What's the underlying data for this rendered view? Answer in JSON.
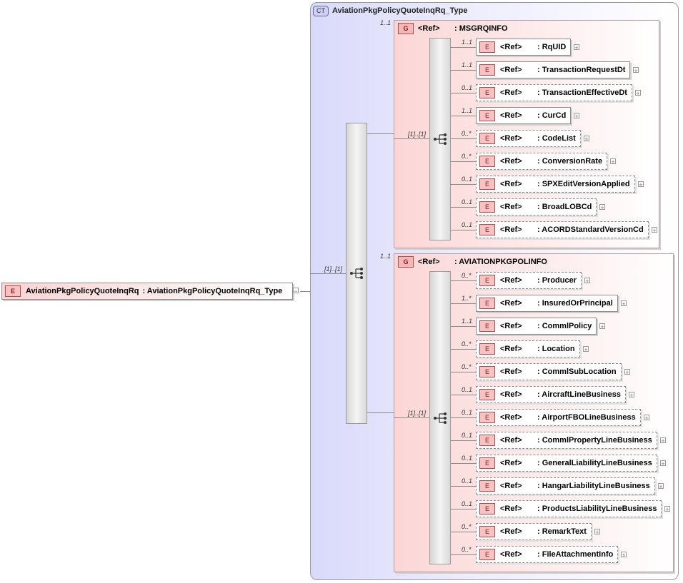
{
  "root": {
    "badge": "E",
    "name": "AviationPkgPolicyQuoteInqRq",
    "type": ": AviationPkgPolicyQuoteInqRq_Type",
    "collapse": "−"
  },
  "complex_type": {
    "badge": "CT",
    "name": "AviationPkgPolicyQuoteInqRq_Type"
  },
  "outer_sequence_card": "[1]..[1]",
  "groups": [
    {
      "card": "1..1",
      "badge": "G",
      "ref": "<Ref>",
      "name": ": MSGRQINFO",
      "seq_card": "[1]..[1]",
      "elements": [
        {
          "card": "1..1",
          "ref": "<Ref>",
          "name": ": RqUID",
          "optional": false
        },
        {
          "card": "1..1",
          "ref": "<Ref>",
          "name": ": TransactionRequestDt",
          "optional": false
        },
        {
          "card": "0..1",
          "ref": "<Ref>",
          "name": ": TransactionEffectiveDt",
          "optional": true
        },
        {
          "card": "1..1",
          "ref": "<Ref>",
          "name": ": CurCd",
          "optional": false
        },
        {
          "card": "0..*",
          "ref": "<Ref>",
          "name": ": CodeList",
          "optional": true
        },
        {
          "card": "0..*",
          "ref": "<Ref>",
          "name": ": ConversionRate",
          "optional": true
        },
        {
          "card": "0..1",
          "ref": "<Ref>",
          "name": ": SPXEditVersionApplied",
          "optional": true
        },
        {
          "card": "0..1",
          "ref": "<Ref>",
          "name": ": BroadLOBCd",
          "optional": true
        },
        {
          "card": "0..1",
          "ref": "<Ref>",
          "name": ": ACORDStandardVersionCd",
          "optional": true
        }
      ]
    },
    {
      "card": "1..1",
      "badge": "G",
      "ref": "<Ref>",
      "name": ": AVIATIONPKGPOLINFO",
      "seq_card": "[1]..[1]",
      "elements": [
        {
          "card": "0..*",
          "ref": "<Ref>",
          "name": ": Producer",
          "optional": true
        },
        {
          "card": "1..*",
          "ref": "<Ref>",
          "name": ": InsuredOrPrincipal",
          "optional": false
        },
        {
          "card": "1..1",
          "ref": "<Ref>",
          "name": ": CommlPolicy",
          "optional": false
        },
        {
          "card": "0..*",
          "ref": "<Ref>",
          "name": ": Location",
          "optional": true
        },
        {
          "card": "0..*",
          "ref": "<Ref>",
          "name": ": CommlSubLocation",
          "optional": true
        },
        {
          "card": "0..1",
          "ref": "<Ref>",
          "name": ": AircraftLineBusiness",
          "optional": true
        },
        {
          "card": "0..1",
          "ref": "<Ref>",
          "name": ": AirportFBOLineBusiness",
          "optional": true
        },
        {
          "card": "0..1",
          "ref": "<Ref>",
          "name": ": CommlPropertyLineBusiness",
          "optional": true
        },
        {
          "card": "0..1",
          "ref": "<Ref>",
          "name": ": GeneralLiabilityLineBusiness",
          "optional": true
        },
        {
          "card": "0..1",
          "ref": "<Ref>",
          "name": ": HangarLiabilityLineBusiness",
          "optional": true
        },
        {
          "card": "0..1",
          "ref": "<Ref>",
          "name": ": ProductsLiabilityLineBusiness",
          "optional": true
        },
        {
          "card": "0..*",
          "ref": "<Ref>",
          "name": ": RemarkText",
          "optional": true
        },
        {
          "card": "0..*",
          "ref": "<Ref>",
          "name": ": FileAttachmentInfo",
          "optional": true
        }
      ]
    }
  ],
  "element_badge": "E",
  "expand_symbol": "+"
}
